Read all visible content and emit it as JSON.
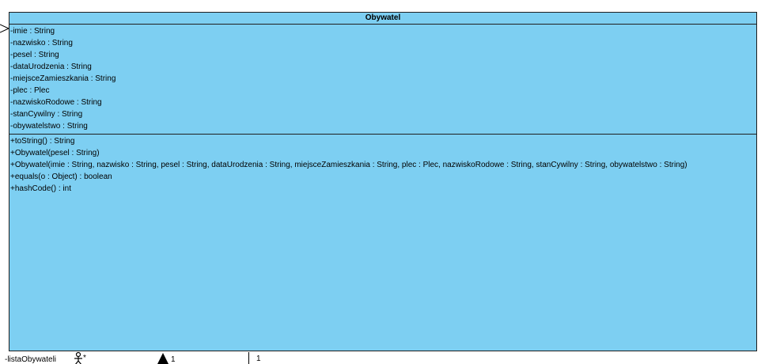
{
  "class": {
    "name": "Obywatel",
    "attributes": [
      "-imie : String",
      "-nazwisko : String",
      "-pesel : String",
      "-dataUrodzenia : String",
      "-miejsceZamieszkania : String",
      "-plec : Plec",
      "-nazwiskoRodowe : String",
      "-stanCywilny : String",
      "-obywatelstwo : String"
    ],
    "operations": [
      "+toString() : String",
      "+Obywatel(pesel : String)",
      "+Obywatel(imie : String, nazwisko : String, pesel : String, dataUrodzenia : String, miejsceZamieszkania : String, plec : Plec, nazwiskoRodowe : String, stanCywilny : String, obywatelstwo : String)",
      "+equals(o : Object) : boolean",
      "+hashCode() : int"
    ],
    "fill_color": "#7dcff2"
  },
  "associations": {
    "role_label": "-listaObywateli",
    "multiplicity_many": "*",
    "multiplicity_one_a": "1",
    "multiplicity_one_b": "1"
  }
}
